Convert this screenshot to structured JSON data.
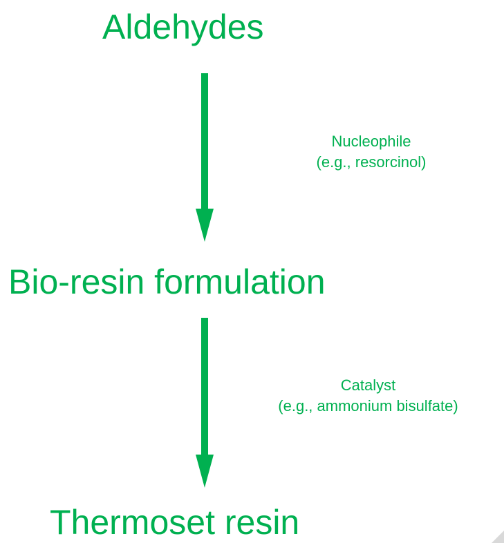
{
  "colors": {
    "accent": "#00b050",
    "corner": "#d9d9d9"
  },
  "nodes": [
    {
      "label": "Aldehydes"
    },
    {
      "label": "Bio-resin formulation"
    },
    {
      "label": "Thermoset resin"
    }
  ],
  "reagents": [
    {
      "line1": "Nucleophile",
      "line2": "(e.g., resorcinol)"
    },
    {
      "line1": "Catalyst",
      "line2": "(e.g., ammonium bisulfate)"
    }
  ],
  "icons": {
    "arrow": "down-arrow-icon"
  }
}
